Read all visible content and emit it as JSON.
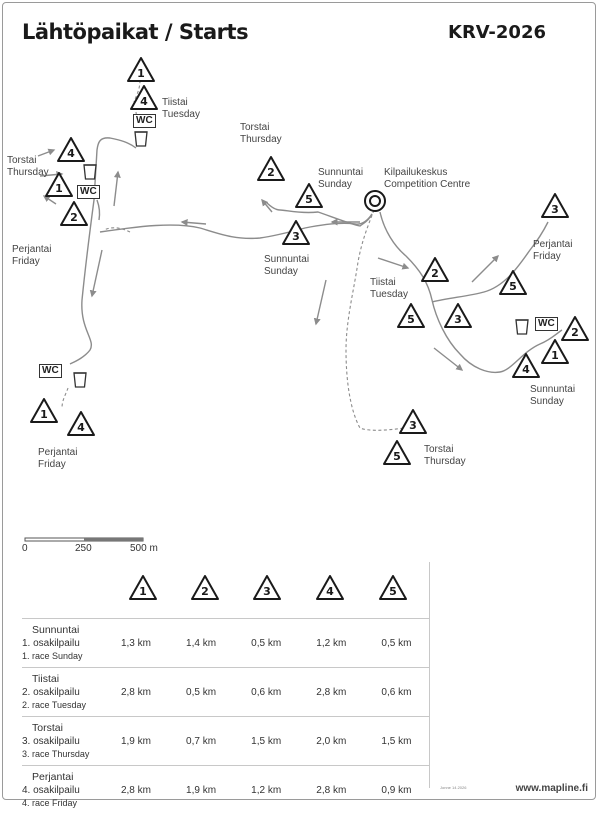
{
  "header": {
    "title": "Lähtöpaikat / Starts",
    "code": "KRV-2026"
  },
  "centre": {
    "fi": "Kilpailukeskus",
    "en": "Competition Centre"
  },
  "wc_label": "WC",
  "map_labels": [
    {
      "fi": "Tiistai",
      "en": "Tuesday"
    },
    {
      "fi": "Torstai",
      "en": "Thursday"
    },
    {
      "fi": "Perjantai",
      "en": "Friday"
    },
    {
      "fi": "Torstai",
      "en": "Thursday"
    },
    {
      "fi": "Sunnuntai",
      "en": "Sunday"
    },
    {
      "fi": "Sunnuntai",
      "en": "Sunday"
    },
    {
      "fi": "Perjantai",
      "en": "Friday"
    },
    {
      "fi": "Tiistai",
      "en": "Tuesday"
    },
    {
      "fi": "Sunnuntai",
      "en": "Sunday"
    },
    {
      "fi": "Torstai",
      "en": "Thursday"
    },
    {
      "fi": "Perjantai",
      "en": "Friday"
    }
  ],
  "starts": [
    {
      "num": "1"
    },
    {
      "num": "4"
    },
    {
      "num": "4"
    },
    {
      "num": "1"
    },
    {
      "num": "2"
    },
    {
      "num": "1"
    },
    {
      "num": "4"
    },
    {
      "num": "2"
    },
    {
      "num": "5"
    },
    {
      "num": "3"
    },
    {
      "num": "3"
    },
    {
      "num": "2"
    },
    {
      "num": "5"
    },
    {
      "num": "5"
    },
    {
      "num": "3"
    },
    {
      "num": "2"
    },
    {
      "num": "1"
    },
    {
      "num": "4"
    },
    {
      "num": "3"
    },
    {
      "num": "5"
    }
  ],
  "scale": {
    "labels": [
      "0",
      "250",
      "500 m"
    ]
  },
  "table": {
    "start_headers": [
      "1",
      "2",
      "3",
      "4",
      "5"
    ],
    "rows": [
      {
        "day": "Sunnuntai",
        "race_fi": "1. osakilpailu",
        "race_en": "1. race Sunday",
        "values": [
          "1,3 km",
          "1,4 km",
          "0,5 km",
          "1,2 km",
          "0,5 km"
        ]
      },
      {
        "day": "Tiistai",
        "race_fi": "2. osakilpailu",
        "race_en": "2. race Tuesday",
        "values": [
          "2,8 km",
          "0,5 km",
          "0,6 km",
          "2,8 km",
          "0,6 km"
        ]
      },
      {
        "day": "Torstai",
        "race_fi": "3. osakilpailu",
        "race_en": "3. race Thursday",
        "values": [
          "1,9 km",
          "0,7 km",
          "1,5 km",
          "2,0 km",
          "1,5 km"
        ]
      },
      {
        "day": "Perjantai",
        "race_fi": "4. osakilpailu",
        "race_en": "4. race Friday",
        "values": [
          "2,8 km",
          "1,9 km",
          "1,2 km",
          "2,8 km",
          "0,9 km"
        ]
      }
    ]
  },
  "credit": "Jonne 14.2026",
  "brand": "www.mapline.fi",
  "colors": {
    "route": "#8c8c8c",
    "symbol": "#1a1a1a"
  }
}
